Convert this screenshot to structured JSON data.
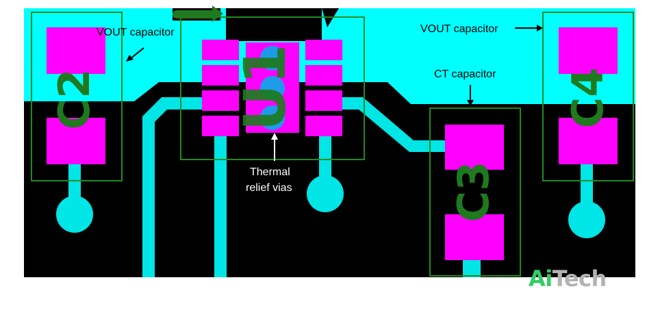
{
  "labels": {
    "vout_capacitor_left": "VOUT capacitor",
    "vout_capacitor_right": "VOUT capacitor",
    "ct_capacitor": "CT capacitor",
    "thermal_line1": "Thermal",
    "thermal_line2": "relief vias"
  },
  "designators": {
    "c2": "C2",
    "u1": "U1",
    "c3": "C3",
    "c4": "C4"
  },
  "logo": {
    "ai": "Ai",
    "tech": "Tech"
  },
  "colors": {
    "copper_pour": "#00ffff",
    "trace": "#00e5e5",
    "board": "#000000",
    "pad": "#ff00ff",
    "via": "#1e9be8",
    "silkscreen": "#1f7a1f",
    "courtyard": "#1e8c1e",
    "annotation": "#ffffff"
  }
}
